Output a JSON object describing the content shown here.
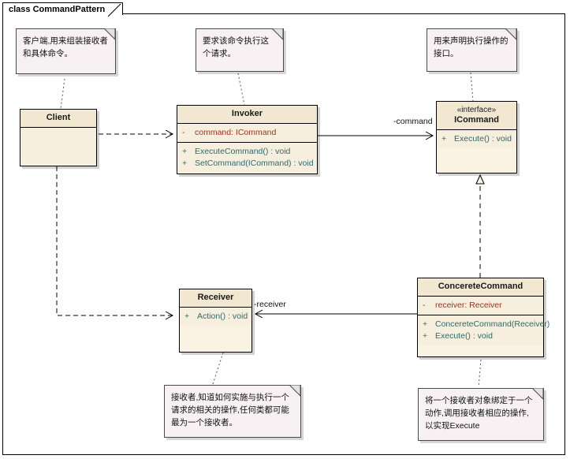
{
  "frame": {
    "tab_label": "class CommandPattern"
  },
  "classes": [
    {
      "id": "client",
      "name": "Client",
      "attributes": [],
      "operations": []
    },
    {
      "id": "invoker",
      "name": "Invoker",
      "attributes": [
        {
          "visibility": "-",
          "text": "command:  ICommand"
        }
      ],
      "operations": [
        {
          "visibility": "+",
          "text": "ExecuteCommand() : void"
        },
        {
          "visibility": "+",
          "text": "SetCommand(ICommand) : void"
        }
      ]
    },
    {
      "id": "icommand",
      "stereotype": "«interface»",
      "name": "ICommand",
      "attributes": [],
      "operations": [
        {
          "visibility": "+",
          "text": "Execute() : void"
        }
      ]
    },
    {
      "id": "receiver",
      "name": "Receiver",
      "attributes": [],
      "operations": [
        {
          "visibility": "+",
          "text": "Action() : void"
        }
      ]
    },
    {
      "id": "concretecommand",
      "name": "ConcereteCommand",
      "attributes": [
        {
          "visibility": "-",
          "text": "receiver:  Receiver"
        }
      ],
      "operations": [
        {
          "visibility": "+",
          "text": "ConcereteCommand(Receiver)"
        },
        {
          "visibility": "+",
          "text": "Execute() : void"
        }
      ]
    }
  ],
  "notes": [
    {
      "id": "note-client",
      "text": "客户端,用来组装接收者和具体命令。"
    },
    {
      "id": "note-invoker",
      "text": "要求该命令执行这个请求。"
    },
    {
      "id": "note-icommand",
      "text": "用来声明执行操作的接口。"
    },
    {
      "id": "note-receiver",
      "text": "接收者,知道如何实施与执行一个请求的相关的操作,任何类都可能最为一个接收者。"
    },
    {
      "id": "note-concretecommand",
      "text": "将一个接收者对象绑定于一个动作,调用接收者相应的操作,以实现Execute"
    }
  ],
  "edge_labels": {
    "command": "-command",
    "receiver": "-receiver"
  },
  "colors": {
    "class_header_fill": "#f2e8d2",
    "class_body_fill": "#f7efdd",
    "note_fill": "#f7f1f3",
    "attribute_text": "#9a3324",
    "operation_text": "#2e6b6b",
    "line": "#000000"
  }
}
